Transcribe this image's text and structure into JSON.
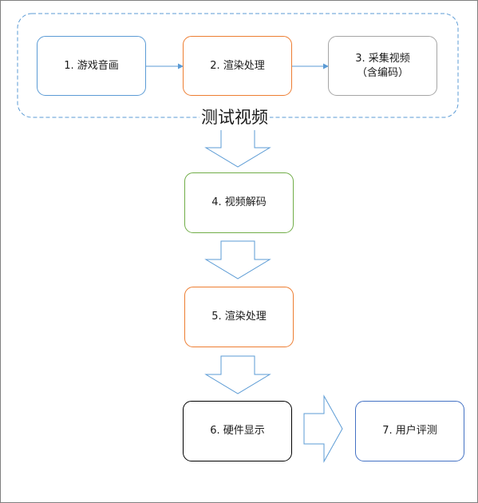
{
  "diagram": {
    "group_title": "测试视频",
    "nodes": {
      "n1": {
        "label": "1. 游戏音画",
        "color": "#5b9bd5"
      },
      "n2": {
        "label": "2. 渲染处理",
        "color": "#ed7d31"
      },
      "n3": {
        "label": "3. 采集视频\n（含编码）",
        "color": "#a5a5a5"
      },
      "n4": {
        "label": "4. 视频解码",
        "color": "#70ad47"
      },
      "n5": {
        "label": "5. 渲染处理",
        "color": "#ed7d31"
      },
      "n6": {
        "label": "6. 硬件显示",
        "color": "#000000"
      },
      "n7": {
        "label": "7. 用户评测",
        "color": "#4472c4"
      }
    },
    "edges": [
      {
        "from": "1. 游戏音画",
        "to": "2. 渲染处理"
      },
      {
        "from": "2. 渲染处理",
        "to": "3. 采集视频（含编码）"
      },
      {
        "from": "测试视频",
        "to": "4. 视频解码"
      },
      {
        "from": "4. 视频解码",
        "to": "5. 渲染处理"
      },
      {
        "from": "5. 渲染处理",
        "to": "6. 硬件显示"
      },
      {
        "from": "6. 硬件显示",
        "to": "7. 用户评测"
      }
    ],
    "colors": {
      "frame": "#5b9bd5",
      "arrow": "#5b9bd5",
      "page_border": "#7f7f7f"
    }
  }
}
